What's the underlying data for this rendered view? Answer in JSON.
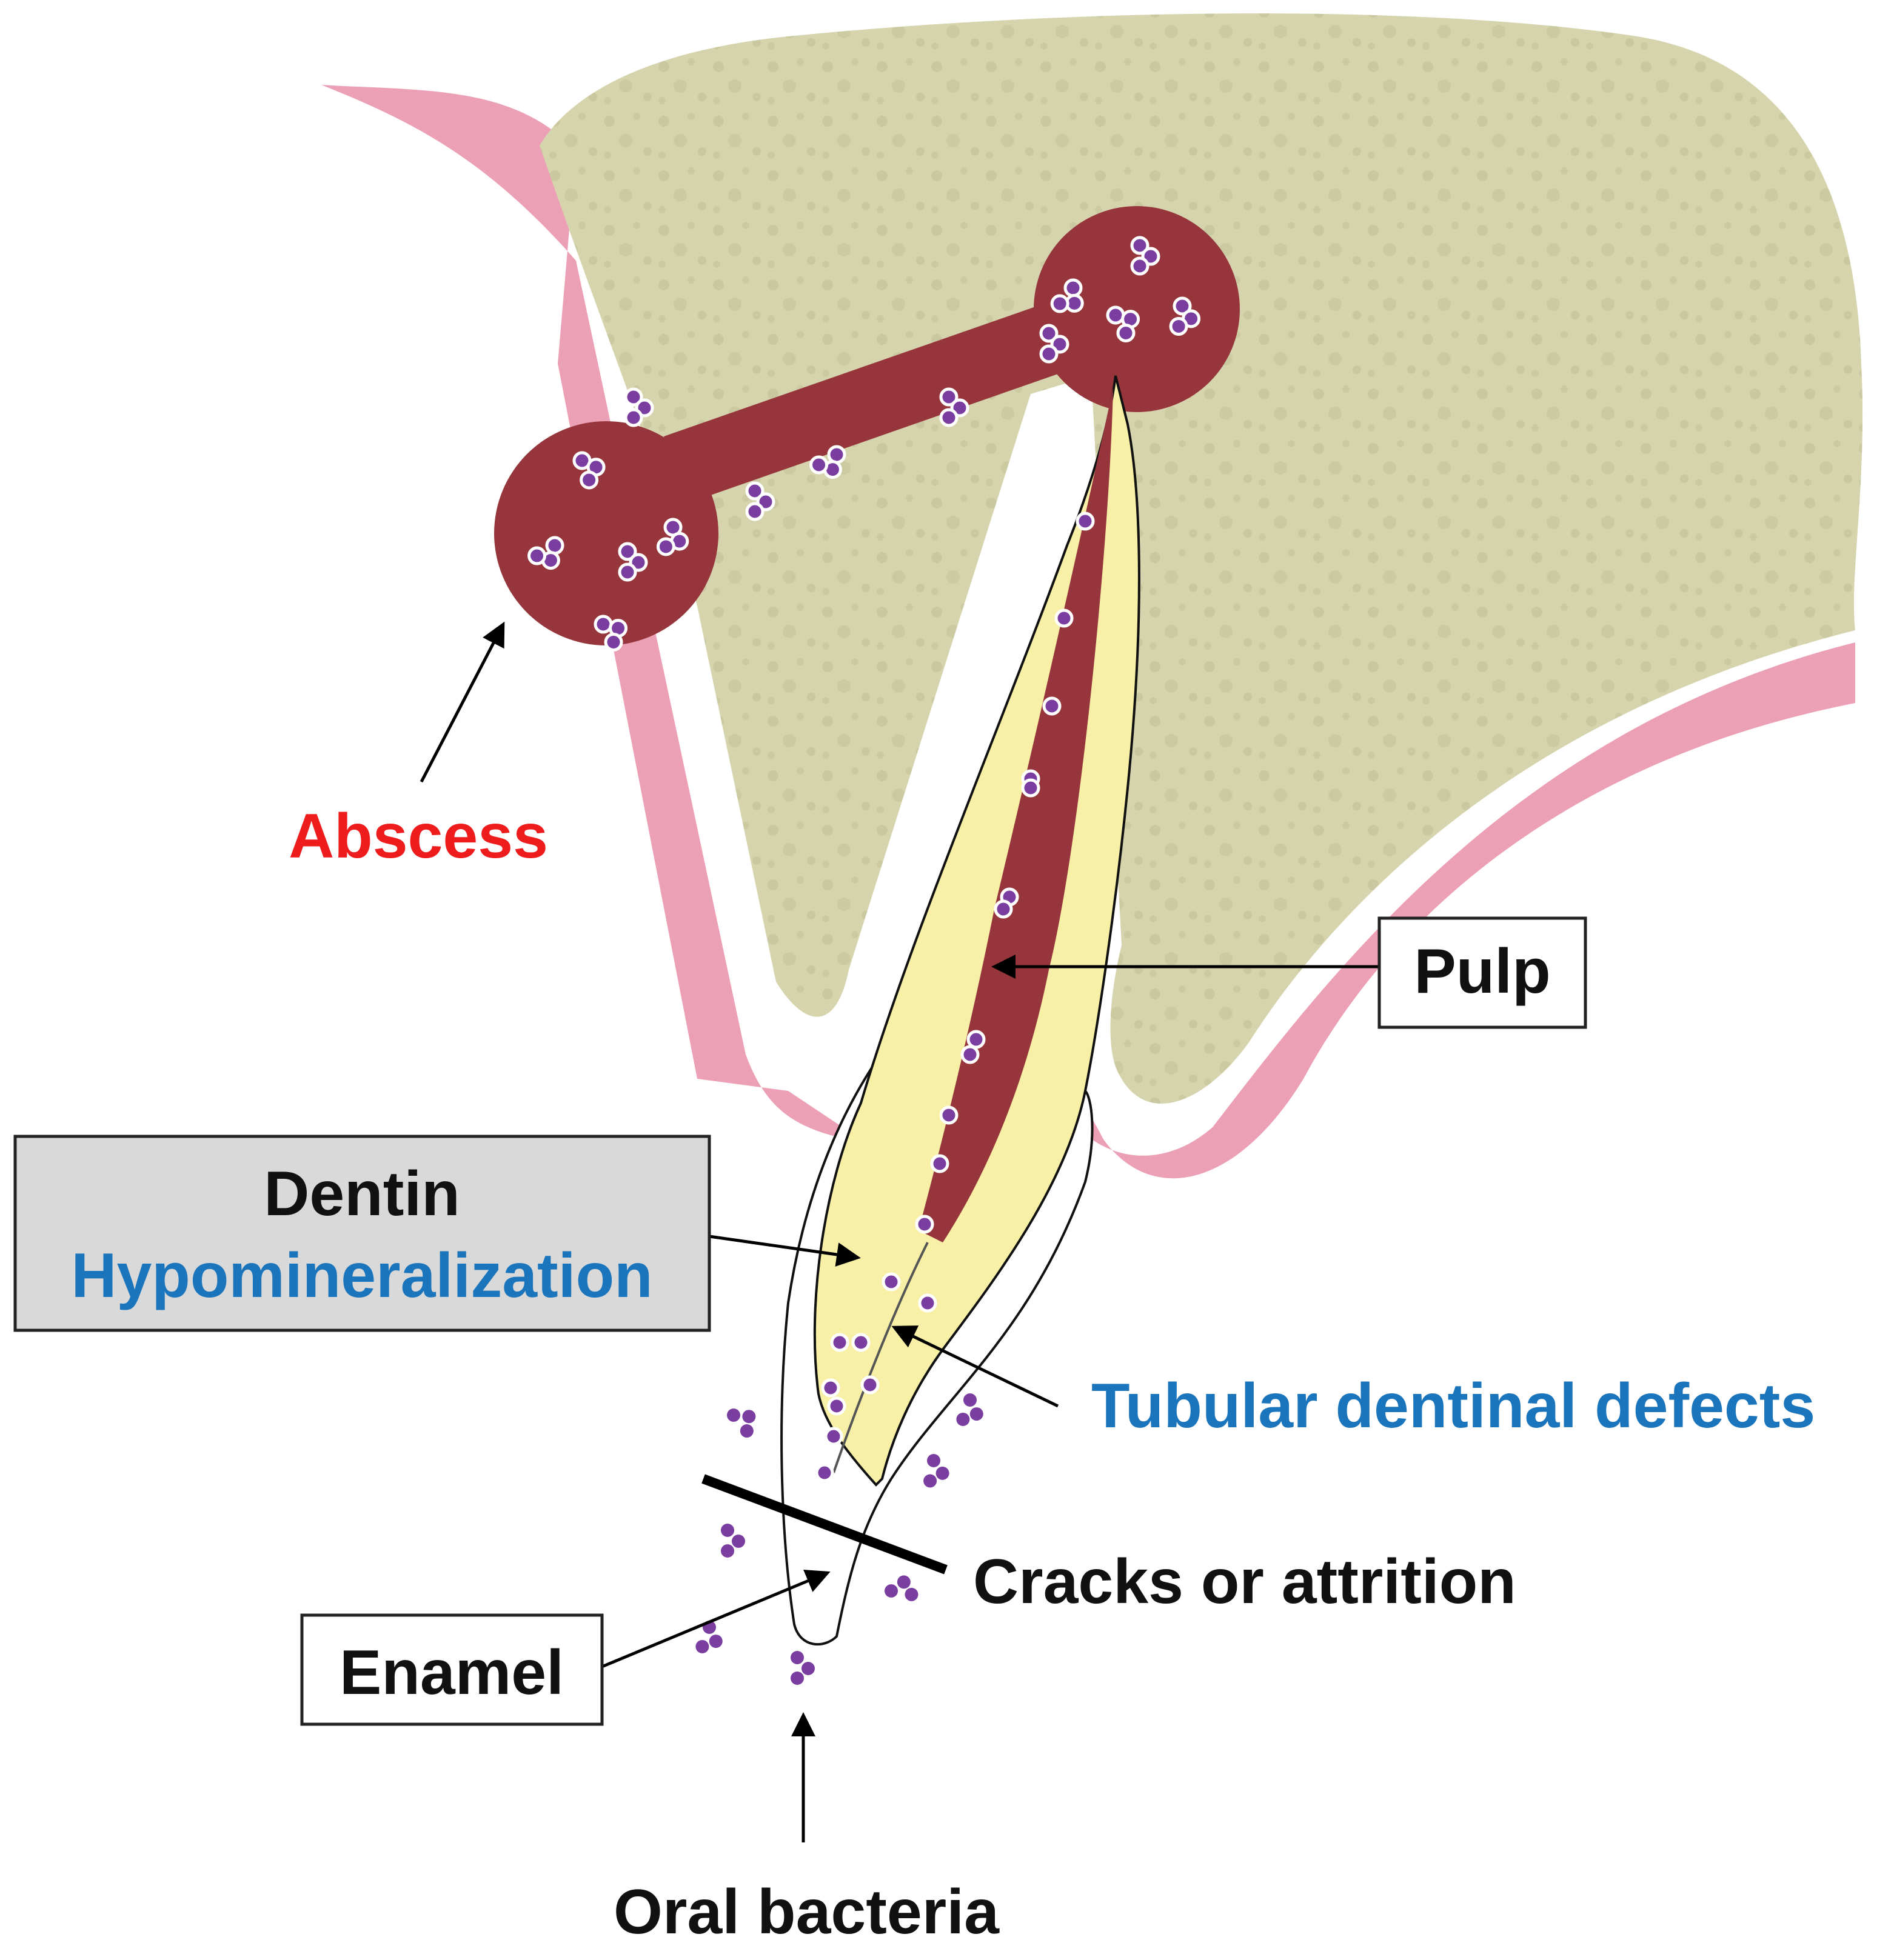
{
  "labels": {
    "abscess": "Abscess",
    "pulp": "Pulp",
    "dentin": "Dentin",
    "hypomineralization": "Hypomineralization",
    "tubular_defects": "Tubular dentinal defects",
    "cracks": "Cracks or attrition",
    "enamel": "Enamel",
    "oral_bacteria": "Oral bacteria"
  },
  "colors": {
    "bone": "#d6d4ad",
    "bone_speckle": "#c3c198",
    "gum": "#eca0b5",
    "abscess": "#96363c",
    "dentin": "#f7f0a6",
    "bacteria": "#7a3ea0",
    "abscess_label": "#ee1c1c",
    "defect_label": "#1b75bc",
    "text": "#111111"
  }
}
